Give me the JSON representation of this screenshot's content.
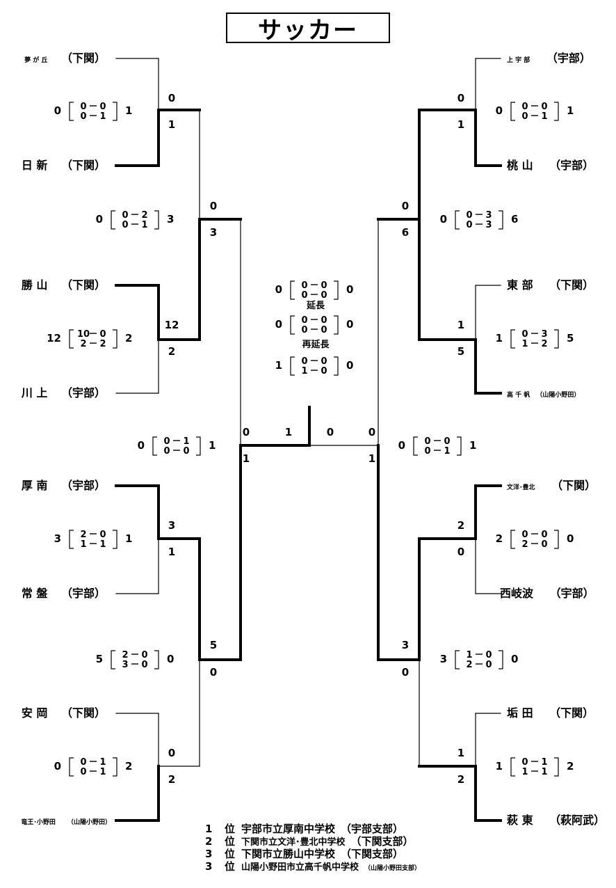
{
  "title": "サッカー",
  "teams": [
    {
      "id": "L1",
      "name": "夢 が 丘",
      "region": "（下関）",
      "small": true
    },
    {
      "id": "L2",
      "name": "日 新",
      "region": "（下関）"
    },
    {
      "id": "L3",
      "name": "勝 山",
      "region": "（下関）"
    },
    {
      "id": "L4",
      "name": "川 上",
      "region": "（宇部）"
    },
    {
      "id": "L5",
      "name": "厚 南",
      "region": "（宇部）"
    },
    {
      "id": "L6",
      "name": "常 盤",
      "region": "（宇部）"
    },
    {
      "id": "L7",
      "name": "安 岡",
      "region": "（下関）"
    },
    {
      "id": "L8",
      "name": "竜王･小野田",
      "region": "（山陽小野田）",
      "small": true,
      "smallRegion": true
    },
    {
      "id": "R1",
      "name": "上 宇 部",
      "region": "（宇部）",
      "small": true
    },
    {
      "id": "R2",
      "name": "桃 山",
      "region": "（宇部）"
    },
    {
      "id": "R3",
      "name": "東 部",
      "region": "（下関）"
    },
    {
      "id": "R4",
      "name": "高 千 帆",
      "region": "（山陽小野田）",
      "small": true,
      "smallRegion": true
    },
    {
      "id": "R5",
      "name": "文洋･豊北",
      "region": "（下関）",
      "small": true
    },
    {
      "id": "R6",
      "name": "西岐波",
      "region": "（宇部）"
    },
    {
      "id": "R7",
      "name": "垢 田",
      "region": "（下関）"
    },
    {
      "id": "R8",
      "name": "萩 東",
      "region": "（萩阿武）"
    }
  ],
  "matches": [
    {
      "id": "m1",
      "left": "0",
      "top": "0",
      "tr": "0",
      "bl": "0",
      "br": "1",
      "right": "1",
      "a": "0",
      "b": "1"
    },
    {
      "id": "m2",
      "left": "12",
      "top": "10",
      "tr": "0",
      "bl": "2",
      "br": "2",
      "right": "2",
      "a": "12",
      "b": "2"
    },
    {
      "id": "m3",
      "left": "0",
      "top": "0",
      "tr": "2",
      "bl": "0",
      "br": "1",
      "right": "3",
      "a": "0",
      "b": "3"
    },
    {
      "id": "m4",
      "left": "3",
      "top": "2",
      "tr": "0",
      "bl": "1",
      "br": "1",
      "right": "1",
      "a": "3",
      "b": "1"
    },
    {
      "id": "m5",
      "left": "0",
      "top": "0",
      "tr": "1",
      "bl": "0",
      "br": "1",
      "right": "2",
      "a": "0",
      "b": "2"
    },
    {
      "id": "m6",
      "left": "5",
      "top": "2",
      "tr": "0",
      "bl": "3",
      "br": "0",
      "right": "0",
      "a": "5",
      "b": "0"
    },
    {
      "id": "m7",
      "left": "0",
      "top": "0",
      "tr": "1",
      "bl": "0",
      "br": "0",
      "right": "1",
      "a": "0",
      "b": "1"
    },
    {
      "id": "m8",
      "left": "0",
      "top": "0",
      "tr": "0",
      "bl": "0",
      "br": "1",
      "right": "1",
      "a": "0",
      "b": "1"
    },
    {
      "id": "m9",
      "left": "1",
      "top": "0",
      "tr": "3",
      "bl": "1",
      "br": "2",
      "right": "5",
      "a": "1",
      "b": "5"
    },
    {
      "id": "m10",
      "left": "0",
      "top": "0",
      "tr": "3",
      "bl": "0",
      "br": "3",
      "right": "6",
      "a": "0",
      "b": "6"
    },
    {
      "id": "m11",
      "left": "2",
      "top": "0",
      "tr": "0",
      "bl": "2",
      "br": "0",
      "right": "0",
      "a": "2",
      "b": "0"
    },
    {
      "id": "m12",
      "left": "1",
      "top": "0",
      "tr": "1",
      "bl": "1",
      "br": "1",
      "right": "2",
      "a": "1",
      "b": "2"
    },
    {
      "id": "m13",
      "left": "3",
      "top": "1",
      "tr": "0",
      "bl": "2",
      "br": "0",
      "right": "0",
      "a": "3",
      "b": "0"
    },
    {
      "id": "m14",
      "left": "0",
      "top": "0",
      "tr": "0",
      "bl": "0",
      "br": "1",
      "right": "1",
      "a": "0",
      "b": "1"
    }
  ],
  "final": {
    "regular": {
      "left": "0",
      "top": "0",
      "tr": "0",
      "bl": "0",
      "br": "0",
      "right": "0"
    },
    "extra_label": "延長",
    "extra": {
      "left": "0",
      "top": "0",
      "tr": "0",
      "bl": "0",
      "br": "0",
      "right": "0"
    },
    "second_extra_label": "再延長",
    "second_extra": {
      "left": "1",
      "top": "0",
      "tr": "0",
      "bl": "1",
      "br": "0",
      "right": "0"
    },
    "total_left": "1",
    "total_right": "0",
    "left_semi_top": "0",
    "left_semi_bottom": "1",
    "right_semi_top": "0",
    "right_semi_bottom": "1"
  },
  "ranks": [
    {
      "place": "1",
      "pos": "位",
      "school": "宇部市立厚南中学校",
      "branch": "（宇部支部）"
    },
    {
      "place": "2",
      "pos": "位",
      "school": "下関市立文洋･豊北中学校",
      "branch": "（下関支部）",
      "smallSchool": true
    },
    {
      "place": "3",
      "pos": "位",
      "school": "下関市立勝山中学校",
      "branch": "（下関支部）"
    },
    {
      "place": "3",
      "pos": "位",
      "school": "山陽小野田市立高千帆中学校",
      "branch": "（山陽小野田支部）",
      "smallSchool": true,
      "tinyBranch": true
    }
  ]
}
